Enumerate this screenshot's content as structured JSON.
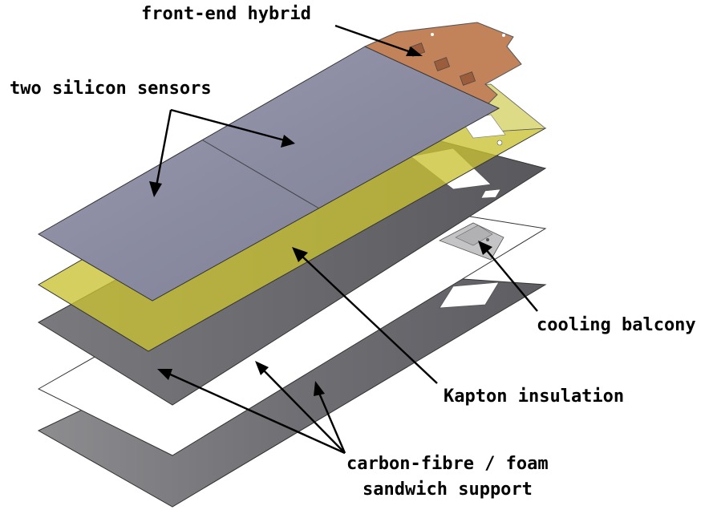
{
  "labels": {
    "hybrid": "front-end hybrid",
    "sensors": "two silicon sensors",
    "cooling": "cooling balcony",
    "kapton": "Kapton insulation",
    "support_line1": "carbon-fibre / foam",
    "support_line2": "sandwich support"
  },
  "colors": {
    "sensor": "#8e8fa6",
    "kapton": "#c8c232",
    "kapton_light": "#dedb86",
    "hybrid": "#c2825a",
    "carbon": "#7b7b80",
    "carbon_dark": "#5e5e63",
    "foam": "#ffffff",
    "balcony": "#c4c4c6"
  }
}
